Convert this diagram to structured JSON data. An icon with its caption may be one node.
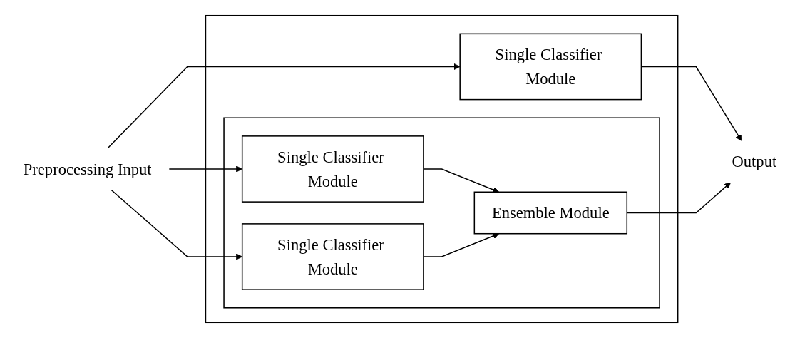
{
  "diagram": {
    "nodes": [
      {
        "text": [
          "Preprocessing Input"
        ]
      },
      {
        "text": [],
        "shape": "box"
      },
      {
        "text": [
          "Single Classifier Module"
        ],
        "in": 1
      },
      {
        "text": [],
        "shape": "box",
        "in": 1
      },
      {
        "text": [
          "Single Classifier Module"
        ],
        "in": 3
      },
      {
        "text": [
          "Single Classifier Module"
        ],
        "in": 3
      },
      {
        "text": [
          "Ensemble Module"
        ],
        "in": 3
      },
      {
        "text": [
          "Output"
        ]
      }
    ],
    "edges": [
      {
        "from": 0,
        "to": 2,
        "arrow": "to"
      },
      {
        "from": 0,
        "to": 4,
        "arrow": "to"
      },
      {
        "from": 0,
        "to": 5,
        "arrow": "to"
      },
      {
        "from": 4,
        "to": 6,
        "arrow": "to"
      },
      {
        "from": 5,
        "to": 6,
        "arrow": "to"
      },
      {
        "from": 2,
        "to": 7,
        "arrow": "to"
      },
      {
        "from": 6,
        "to": 7,
        "arrow": "to"
      }
    ]
  }
}
